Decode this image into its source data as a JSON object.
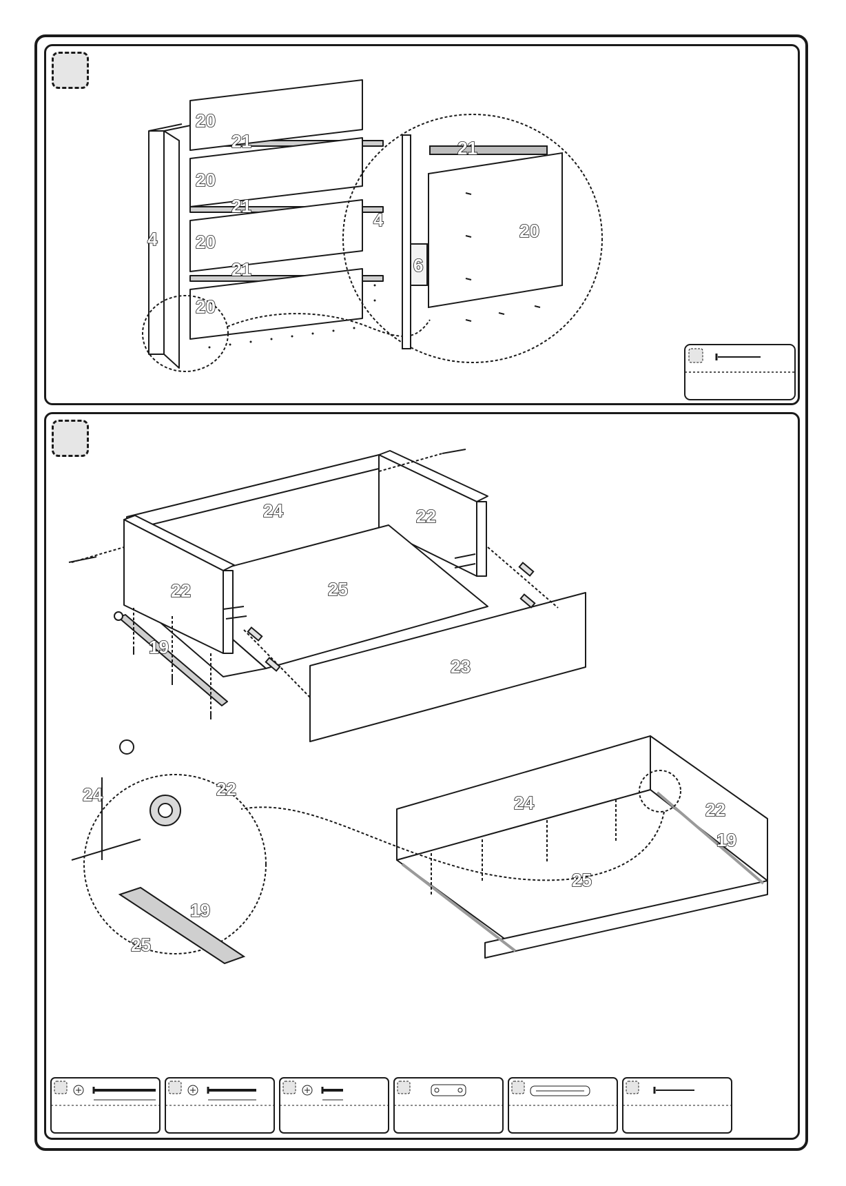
{
  "steps": [
    {
      "number": ""
    },
    {
      "number": ""
    }
  ],
  "step1": {
    "labels": {
      "panel_a": "20",
      "panel_b": "20",
      "panel_c": "20",
      "panel_d": "20",
      "rail_a": "21",
      "rail_b": "21",
      "rail_c": "21",
      "side": "4",
      "zoom_rail": "21",
      "zoom_side": "4",
      "zoom_panel": "20",
      "zoom_part": "6"
    },
    "hardware": [
      {
        "code": "",
        "qty": ""
      }
    ]
  },
  "step2": {
    "labels": {
      "back": "24",
      "side_right": "22",
      "side_left": "22",
      "bottom": "25",
      "runner_left": "19",
      "front": "23",
      "back_2": "24",
      "side_2": "22",
      "runner_2": "19",
      "bottom_2": "25",
      "zoom_back": "24",
      "zoom_side": "22",
      "zoom_runner": "19",
      "zoom_bottom": "25"
    },
    "hardware": [
      {
        "code": "",
        "qty": "",
        "icon": "long-screw-icon"
      },
      {
        "code": "",
        "qty": "",
        "icon": "medium-screw-icon"
      },
      {
        "code": "",
        "qty": "",
        "icon": "short-screw-icon"
      },
      {
        "code": "",
        "qty": "",
        "icon": "bracket-icon"
      },
      {
        "code": "",
        "qty": "",
        "icon": "dowel-icon"
      },
      {
        "code": "",
        "qty": "",
        "icon": "nail-icon"
      }
    ]
  }
}
